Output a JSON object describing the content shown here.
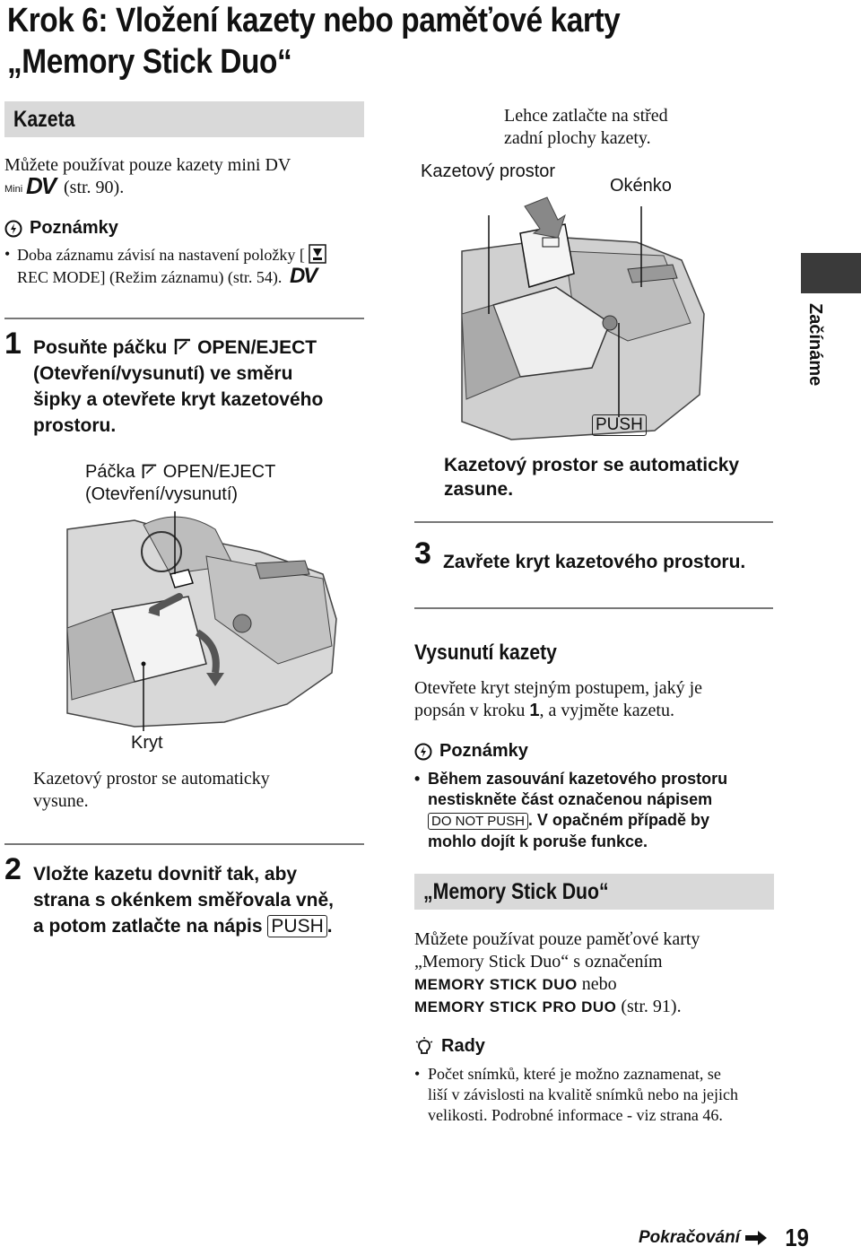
{
  "title": {
    "line1": "Krok 6: Vložení kazety nebo paměťové karty",
    "line2": "„Memory Stick Duo“"
  },
  "kazeta": {
    "heading": "Kazeta",
    "intro_line1": "Můžete používat pouze kazety mini DV",
    "intro_logo_small": "Mini",
    "intro_logo": "DV",
    "intro_ref": "(str. 90).",
    "notes_heading": "Poznámky",
    "note1_line1": "Doba záznamu závisí na nastavení položky [",
    "note1_line2": "REC MODE] (Režim záznamu) (str. 54).",
    "note1_logo": "DV"
  },
  "step1": {
    "number": "1",
    "line1a": "Posuňte páčku",
    "line1b": "OPEN/EJECT",
    "line2": "(Otevření/vysunutí) ve směru",
    "line3": "šipky a otevřete kryt kazetového",
    "line4": "prostoru.",
    "lever_label_a": "Páčka",
    "lever_label_b": "OPEN/EJECT",
    "lever_label_line2": "(Otevření/vysunutí)",
    "cover_label": "Kryt",
    "after_line1": "Kazetový prostor se automaticky",
    "after_line2": "vysune."
  },
  "step2": {
    "number": "2",
    "line1": "Vložte kazetu dovnitř tak, aby",
    "line2": "strana s okénkem směřovala vně,",
    "line3a": "a potom zatlačte na nápis",
    "line3_boxed": "PUSH",
    "line3b": "."
  },
  "figure_top": {
    "push_center_line1": "Lehce zatlačte na střed",
    "push_center_line2": "zadní plochy kazety.",
    "compartment_label": "Kazetový prostor",
    "window_label": "Okénko",
    "push_label": "PUSH"
  },
  "side_tab_label": "Začínáme",
  "step2_after": {
    "line1": "Kazetový prostor se automaticky",
    "line2": "zasune."
  },
  "step3": {
    "number": "3",
    "text": "Zavřete kryt kazetového prostoru."
  },
  "eject": {
    "heading": "Vysunutí kazety",
    "line1": "Otevřete kryt stejným postupem, jaký je",
    "line2a": "popsán v kroku",
    "line2_step": "1",
    "line2b": ", a vyjměte kazetu.",
    "notes_heading": "Poznámky",
    "note_line1": "Během zasouvání kazetového prostoru",
    "note_line2": "nestiskněte část označenou nápisem",
    "note_boxed": "DO NOT PUSH",
    "note_line3b": ". V opačném případě by",
    "note_line4": "mohlo dojít k poruše funkce."
  },
  "ms": {
    "heading": "„Memory Stick Duo“",
    "line1": "Můžete používat pouze paměťové karty",
    "line2": "„Memory Stick Duo“ s označením",
    "logo1": "MEMORY STICK DUO",
    "line3b": "nebo",
    "logo2": "MEMORY STICK PRO DUO",
    "line4b": "(str. 91).",
    "tips_heading": "Rady",
    "tip_line1": "Počet snímků, které je možno zaznamenat, se",
    "tip_line2": "liší v závislosti na kvalitě snímků nebo na jejich",
    "tip_line3": "velikosti. Podrobné informace - viz strana 46."
  },
  "footer": {
    "continue": "Pokračování",
    "page": "19"
  }
}
